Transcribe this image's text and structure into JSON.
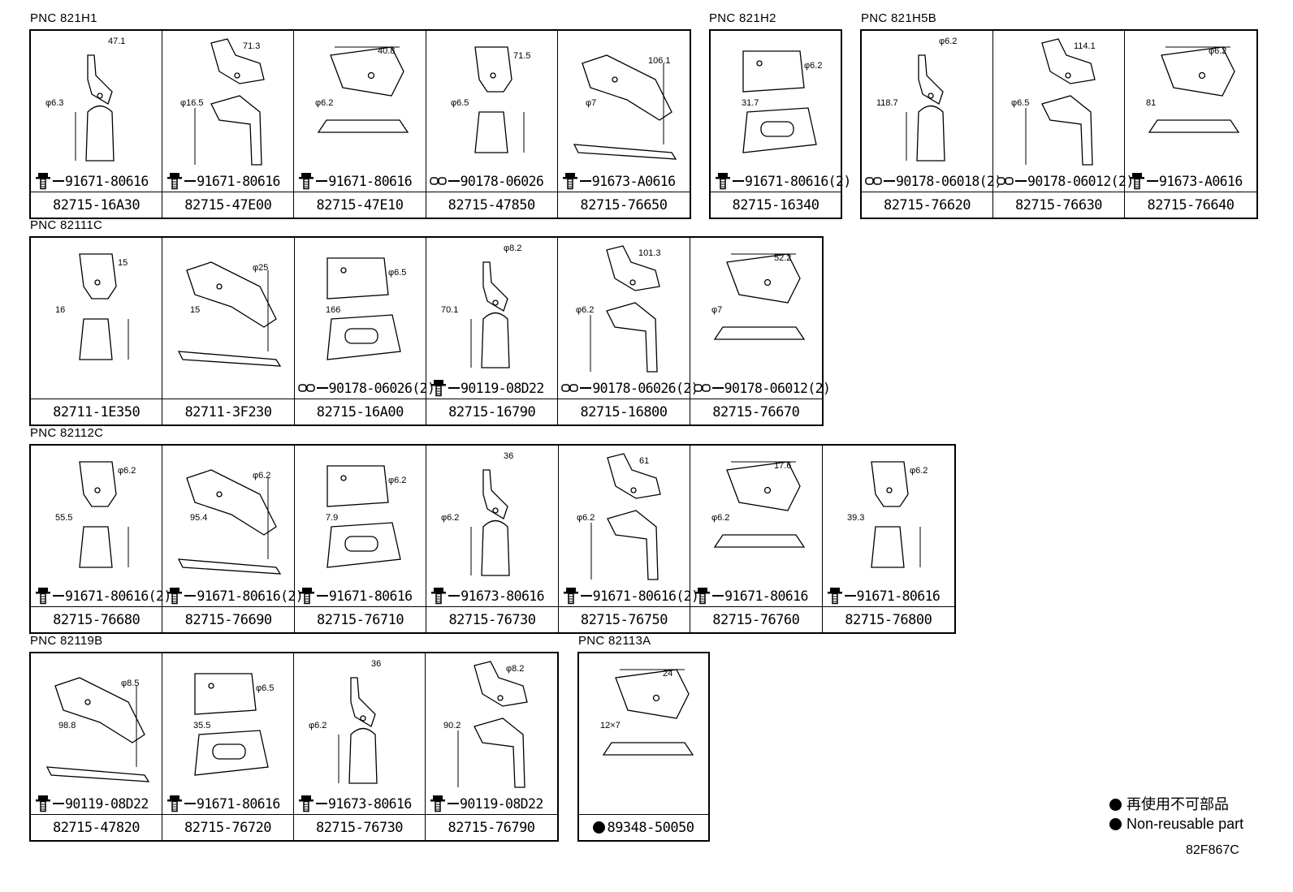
{
  "groups": [
    {
      "title": "PNC 821H1",
      "cells": [
        {
          "fastener_type": "bolt",
          "fastener": "91671-80616",
          "part": "82715-16A30",
          "non_reusable": false,
          "dims": [
            "φ6.3",
            "47.1"
          ]
        },
        {
          "fastener_type": "bolt",
          "fastener": "91671-80616",
          "part": "82715-47E00",
          "non_reusable": false,
          "dims": [
            "φ16.5",
            "71.3"
          ]
        },
        {
          "fastener_type": "bolt",
          "fastener": "91671-80616",
          "part": "82715-47E10",
          "non_reusable": false,
          "dims": [
            "φ6.2",
            "40.8"
          ]
        },
        {
          "fastener_type": "clip",
          "fastener": "90178-06026",
          "part": "82715-47850",
          "non_reusable": false,
          "dims": [
            "φ6.5",
            "71.5"
          ]
        },
        {
          "fastener_type": "bolt",
          "fastener": "91673-A0616",
          "part": "82715-76650",
          "non_reusable": false,
          "dims": [
            "φ7",
            "106.1"
          ]
        }
      ]
    },
    {
      "title": "PNC 821H2",
      "cells": [
        {
          "fastener_type": "bolt",
          "fastener": "91671-80616(2)",
          "part": "82715-16340",
          "non_reusable": false,
          "dims": [
            "31.7",
            "φ6.2"
          ]
        }
      ]
    },
    {
      "title": "PNC 821H5B",
      "cells": [
        {
          "fastener_type": "clip",
          "fastener": "90178-06018(2)",
          "part": "82715-76620",
          "non_reusable": false,
          "dims": [
            "118.7",
            "φ6.2"
          ]
        },
        {
          "fastener_type": "clip",
          "fastener": "90178-06012(2)",
          "part": "82715-76630",
          "non_reusable": false,
          "dims": [
            "φ6.5",
            "114.1"
          ]
        },
        {
          "fastener_type": "bolt",
          "fastener": "91673-A0616",
          "part": "82715-76640",
          "non_reusable": false,
          "dims": [
            "81",
            "φ6.2"
          ]
        }
      ]
    },
    {
      "title": "PNC 82111C",
      "cells": [
        {
          "fastener_type": "none",
          "fastener": "",
          "part": "82711-1E350",
          "non_reusable": false,
          "dims": [
            "16",
            "15"
          ]
        },
        {
          "fastener_type": "none",
          "fastener": "",
          "part": "82711-3F230",
          "non_reusable": false,
          "dims": [
            "15",
            "φ25"
          ]
        },
        {
          "fastener_type": "clip",
          "fastener": "90178-06026(2)",
          "part": "82715-16A00",
          "non_reusable": false,
          "dims": [
            "166",
            "φ6.5"
          ]
        },
        {
          "fastener_type": "bolt",
          "fastener": "90119-08D22",
          "part": "82715-16790",
          "non_reusable": false,
          "dims": [
            "70.1",
            "φ8.2"
          ]
        },
        {
          "fastener_type": "clip",
          "fastener": "90178-06026(2)",
          "part": "82715-16800",
          "non_reusable": false,
          "dims": [
            "φ6.2",
            "101.3"
          ]
        },
        {
          "fastener_type": "clip",
          "fastener": "90178-06012(2)",
          "part": "82715-76670",
          "non_reusable": false,
          "dims": [
            "φ7",
            "52.2"
          ]
        }
      ]
    },
    {
      "title": "PNC 82112C",
      "cells": [
        {
          "fastener_type": "bolt",
          "fastener": "91671-80616(2)",
          "part": "82715-76680",
          "non_reusable": false,
          "dims": [
            "55.5",
            "φ6.2"
          ]
        },
        {
          "fastener_type": "bolt",
          "fastener": "91671-80616(2)",
          "part": "82715-76690",
          "non_reusable": false,
          "dims": [
            "95.4",
            "φ6.2"
          ]
        },
        {
          "fastener_type": "bolt",
          "fastener": "91671-80616",
          "part": "82715-76710",
          "non_reusable": false,
          "dims": [
            "7.9",
            "φ6.2"
          ]
        },
        {
          "fastener_type": "bolt",
          "fastener": "91673-80616",
          "part": "82715-76730",
          "non_reusable": false,
          "dims": [
            "φ6.2",
            "36"
          ]
        },
        {
          "fastener_type": "bolt",
          "fastener": "91671-80616(2)",
          "part": "82715-76750",
          "non_reusable": false,
          "dims": [
            "φ6.2",
            "61"
          ]
        },
        {
          "fastener_type": "bolt",
          "fastener": "91671-80616",
          "part": "82715-76760",
          "non_reusable": false,
          "dims": [
            "φ6.2",
            "17.6"
          ]
        },
        {
          "fastener_type": "bolt",
          "fastener": "91671-80616",
          "part": "82715-76800",
          "non_reusable": false,
          "dims": [
            "39.3",
            "φ6.2"
          ]
        }
      ]
    },
    {
      "title": "PNC 82119B",
      "cells": [
        {
          "fastener_type": "bolt",
          "fastener": "90119-08D22",
          "part": "82715-47820",
          "non_reusable": false,
          "dims": [
            "98.8",
            "φ8.5"
          ]
        },
        {
          "fastener_type": "bolt",
          "fastener": "91671-80616",
          "part": "82715-76720",
          "non_reusable": false,
          "dims": [
            "35.5",
            "φ6.5"
          ]
        },
        {
          "fastener_type": "bolt",
          "fastener": "91673-80616",
          "part": "82715-76730",
          "non_reusable": false,
          "dims": [
            "φ6.2",
            "36"
          ]
        },
        {
          "fastener_type": "bolt",
          "fastener": "90119-08D22",
          "part": "82715-76790",
          "non_reusable": false,
          "dims": [
            "90.2",
            "φ8.2"
          ]
        }
      ]
    },
    {
      "title": "PNC 82113A",
      "cells": [
        {
          "fastener_type": "none",
          "fastener": "",
          "part": "89348-50050",
          "non_reusable": true,
          "dims": [
            "12×7",
            "24"
          ]
        }
      ]
    }
  ],
  "legend": [
    {
      "text": "再使用不可部品"
    },
    {
      "text": "Non-reusable part"
    }
  ],
  "ref_code": "82F867C"
}
